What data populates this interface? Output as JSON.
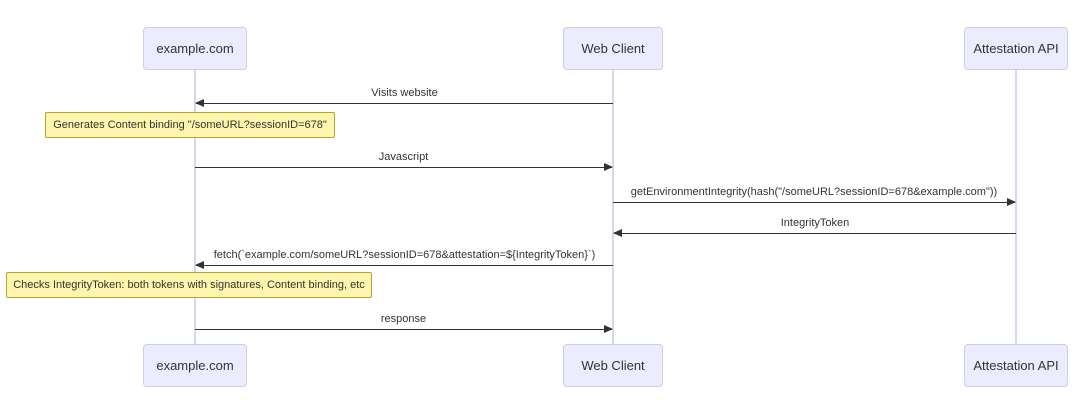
{
  "diagram": {
    "type": "sequence-diagram",
    "actors": [
      {
        "name": "example.com"
      },
      {
        "name": "Web Client"
      },
      {
        "name": "Attestation API"
      }
    ],
    "messages": [
      {
        "from": "Web Client",
        "to": "example.com",
        "label": "Visits website",
        "direction": "left",
        "line": "solid"
      },
      {
        "from": "example.com",
        "to": "Web Client",
        "label": "Javascript",
        "direction": "right",
        "line": "solid"
      },
      {
        "from": "Web Client",
        "to": "Attestation API",
        "label": "getEnvironmentIntegrity(hash(\"/someURL?sessionID=678&example.com\"))",
        "direction": "right",
        "line": "solid"
      },
      {
        "from": "Attestation API",
        "to": "Web Client",
        "label": "IntegrityToken",
        "direction": "left",
        "line": "solid"
      },
      {
        "from": "Web Client",
        "to": "example.com",
        "label": "fetch(`example.com/someURL?sessionID=678&attestation=${IntegrityToken}`)",
        "direction": "left",
        "line": "solid"
      },
      {
        "from": "example.com",
        "to": "Web Client",
        "label": "response",
        "direction": "right",
        "line": "solid"
      }
    ],
    "notes": [
      {
        "over": "example.com",
        "text": "Generates Content binding \"/someURL?sessionID=678\""
      },
      {
        "over": "example.com",
        "text": "Checks IntegrityToken: both tokens with signatures, Content binding, etc"
      }
    ],
    "colors": {
      "actor_fill": "#ECECFF",
      "actor_border": "#CFCCEB",
      "note_fill": "#FFF5AD",
      "note_border": "#AAAA33",
      "lifeline": "#D8D5F0",
      "arrow": "#333333",
      "text": "#333333",
      "background": "#FFFFFF"
    }
  }
}
